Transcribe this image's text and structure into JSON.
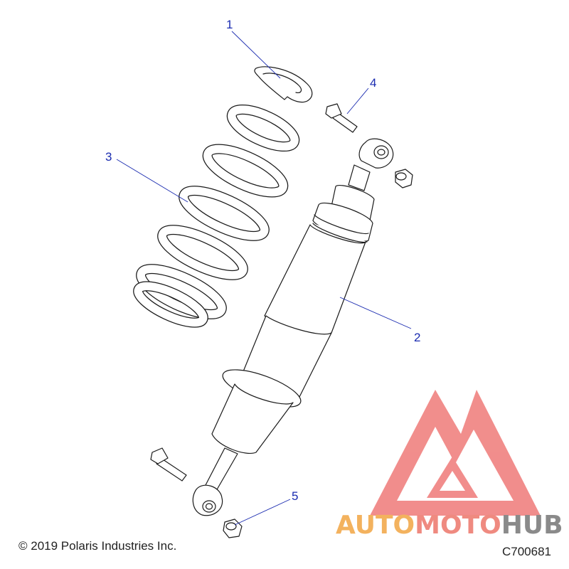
{
  "callouts": [
    {
      "id": "1",
      "label": "1"
    },
    {
      "id": "2",
      "label": "2"
    },
    {
      "id": "3",
      "label": "3"
    },
    {
      "id": "4",
      "label": "4"
    },
    {
      "id": "5",
      "label": "5"
    }
  ],
  "footer": {
    "copyright": "© 2019 Polaris Industries Inc.",
    "drawing_number": "C700681"
  },
  "watermark": {
    "part1": "AUTO",
    "part2": "MOTO",
    "part3": "HUB",
    "colors": {
      "auto": "#f3b25e",
      "moto": "#ef8a80",
      "hub": "#8a8a8a",
      "logo": "#ef7a78"
    }
  },
  "colors": {
    "callout": "#1a2bb0",
    "line": "#1a1a1a"
  }
}
